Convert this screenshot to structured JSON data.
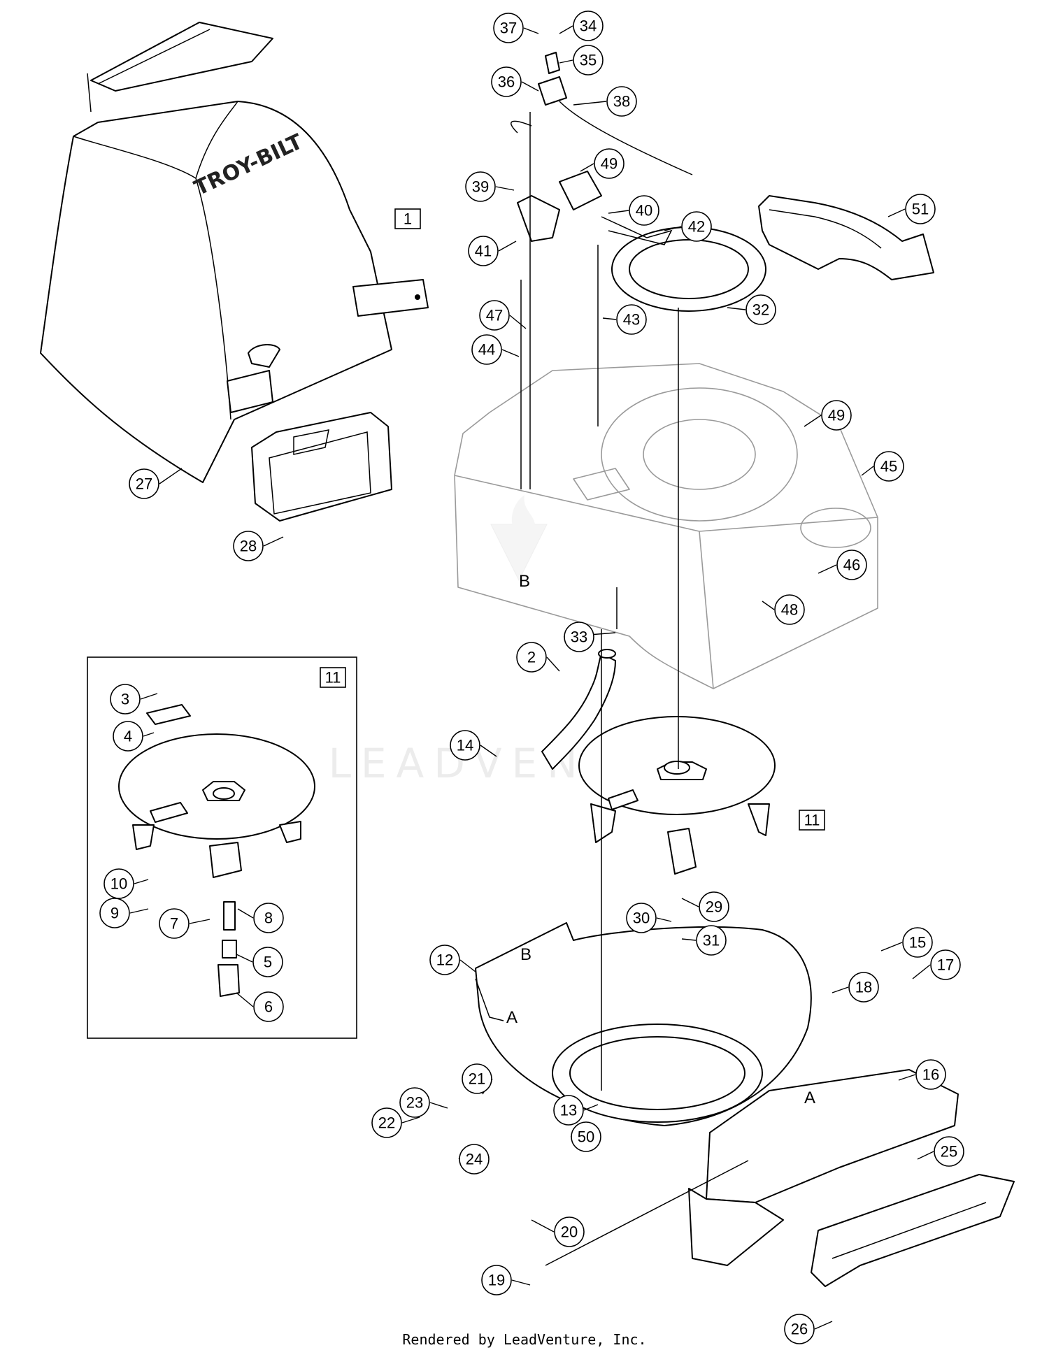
{
  "watermark": "LEADVENTURE",
  "brand": "TROY-BILT",
  "footer": "Rendered by LeadVenture, Inc.",
  "reference_letters": [
    "B",
    "B",
    "A",
    "A"
  ],
  "box_labels": [
    "1",
    "11",
    "11"
  ],
  "callouts": [
    "37",
    "34",
    "35",
    "36",
    "38",
    "49",
    "39",
    "40",
    "41",
    "42",
    "51",
    "43",
    "32",
    "47",
    "44",
    "49",
    "45",
    "46",
    "48",
    "33",
    "2",
    "14",
    "29",
    "30",
    "31",
    "15",
    "17",
    "18",
    "16",
    "12",
    "13",
    "50",
    "19",
    "20",
    "21",
    "22",
    "23",
    "24",
    "25",
    "26",
    "27",
    "28",
    "3",
    "4",
    "10",
    "9",
    "7",
    "8",
    "5",
    "6"
  ]
}
